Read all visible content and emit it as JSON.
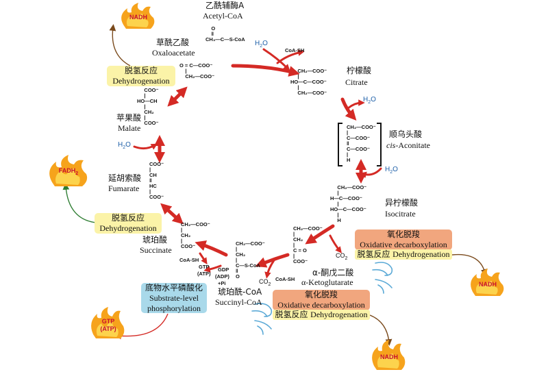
{
  "compounds": {
    "acetyl_coa": {
      "cn": "乙酰辅酶A",
      "en": "Acetyl-CoA"
    },
    "oxaloacetate": {
      "cn": "草酰乙酸",
      "en": "Oxaloacetate"
    },
    "citrate": {
      "cn": "柠檬酸",
      "en": "Citrate"
    },
    "cis_aconitate": {
      "cn": "顺乌头酸",
      "en_prefix": "cis",
      "en_rest": "-Aconitate"
    },
    "isocitrate": {
      "cn": "异柠檬酸",
      "en": "Isocitrate"
    },
    "ketoglutarate": {
      "cn": "α-酮戊二酸",
      "en": "α-Ketoglutarate"
    },
    "succinyl_coa": {
      "cn": "琥珀酰-CoA",
      "en": "Succinyl-CoA"
    },
    "succinate": {
      "cn": "琥珀酸",
      "en": "Succinate"
    },
    "fumarate": {
      "cn": "延胡索酸",
      "en": "Fumarate"
    },
    "malate": {
      "cn": "苹果酸",
      "en": "Malate"
    }
  },
  "boxes": {
    "dehydro_top": {
      "cn": "脱氢反应",
      "en": "Dehydrogenation"
    },
    "dehydro_left": {
      "cn": "脱氢反应",
      "en": "Dehydrogenation"
    },
    "oxdecarb_right": {
      "cn": "氧化脱羧",
      "en": "Oxidative decarboxylation",
      "cn2": "脱氢反应",
      "en2": "Dehydrogenation"
    },
    "oxdecarb_bottom": {
      "cn": "氧化脱羧",
      "en": "Oxidative decarboxylation",
      "cn2": "脱氢反应",
      "en2": "Dehydrogenation"
    },
    "substrate": {
      "cn": "底物水平磷酸化",
      "en1": "Substrate-level",
      "en2": "phosphorylation"
    }
  },
  "products": {
    "nadh_top": "NADH",
    "fadh2_main": "FADH",
    "fadh2_sub": "2",
    "nadh_right": "NADH",
    "nadh_bottom": "NADH",
    "gtp": "GTP",
    "atp": "(ATP)"
  },
  "side": {
    "h2o": "H",
    "h2o_sub": "2",
    "h2o_o": "O",
    "coash": "CoA-SH",
    "co2": "CO",
    "co2_sub": "2",
    "gtp_in": "GTP",
    "atp_in": "(ATP)",
    "gdp": "GDP",
    "adp": "(ADP)",
    "pi": "+Pi"
  },
  "formula": {
    "acetyl": [
      "    O",
      "    ‖",
      "CH₃—C—S-CoA"
    ],
    "oxaloacetate": [
      "O = C—COO⁻",
      "    |",
      "    CH₂—COO⁻"
    ],
    "citrate": [
      "     CH₂—COO⁻",
      "     |",
      "HO—C—COO⁻",
      "     |",
      "     CH₂—COO⁻"
    ],
    "aconitate": [
      "CH₂—COO⁻",
      "|",
      "C—COO⁻",
      "‖",
      "C—COO⁻",
      "|",
      "H"
    ],
    "isocitrate": [
      "     CH₂—COO⁻",
      "     |",
      "H—C—COO⁻",
      "     |",
      "HO—C—COO⁻",
      "     |",
      "     H"
    ],
    "ketoglutarate": [
      "CH₂—COO⁻",
      "|",
      "CH₂",
      "|",
      "C = O",
      "|",
      "COO⁻"
    ],
    "succinyl": [
      "CH₂—COO⁻",
      "|",
      "CH₂",
      "|",
      "C—S-CoA",
      "‖",
      "O"
    ],
    "succinate": [
      "CH₂—COO⁻",
      "|",
      "CH₂",
      "|",
      "COO⁻"
    ],
    "fumarate": [
      "COO⁻",
      "|",
      "CH",
      "‖",
      "HC",
      "|",
      "COO⁻"
    ],
    "malate": [
      "     COO⁻",
      "     |",
      "HO—CH",
      "     |",
      "     CH₂",
      "     |",
      "     COO⁻"
    ]
  },
  "colors": {
    "cycle_arrow": "#d42a25",
    "yellow_box": "#fbf3a8",
    "orange_box": "#f1a67e",
    "blue_box": "#a9d9ea",
    "water": "#1d5fa8",
    "flame": "#f6a31c",
    "nadh_text": "#c8102e"
  }
}
